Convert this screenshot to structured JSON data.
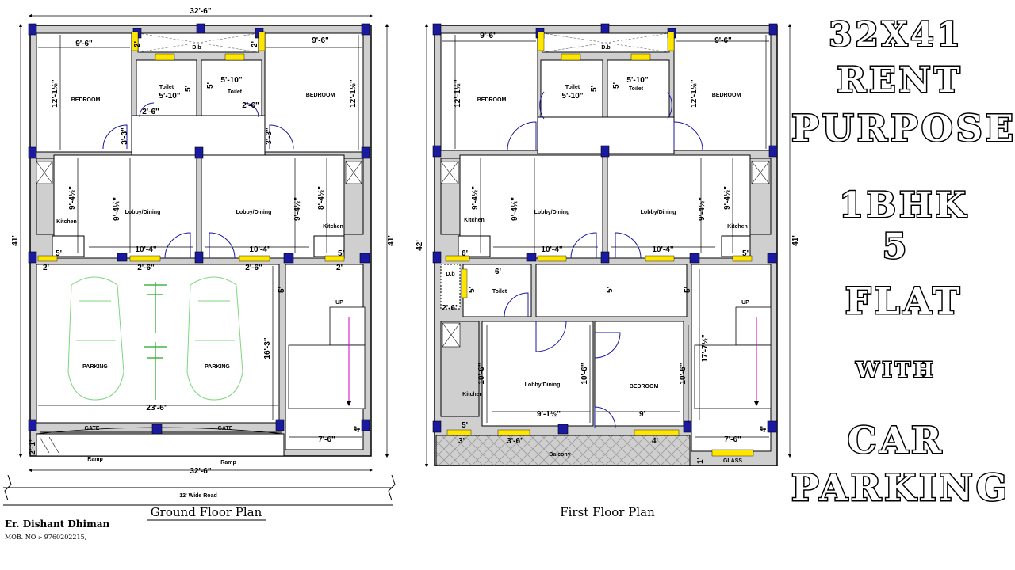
{
  "title": {
    "line1": "32X41",
    "line2": "RENT",
    "line3": "PURPOSE",
    "line4": "1BHK",
    "line5": "5",
    "line6": "FLAT",
    "line7": "WITH",
    "line8": "CAR",
    "line9": "PARKING"
  },
  "ground": {
    "caption": "Ground Floor Plan",
    "dim_top": "32'-6\"",
    "dim_bottom": "32'-6\"",
    "dim_left": "41'",
    "dim_right": "41'",
    "road": "12' Wide Road",
    "rooms": {
      "bedroom_l": "BEDROOM",
      "bedroom_r": "BEDROOM",
      "toilet_l": "Toilet",
      "toilet_r": "Toilet",
      "kitchen_l": "Kitchen",
      "kitchen_r": "Kitchen",
      "lobby_l": "Lobby/Dining",
      "lobby_r": "Lobby/Dining",
      "parking_l": "PARKING",
      "parking_r": "PARKING",
      "gate_l": "GATE",
      "gate_r": "GATE",
      "ramp_l": "Ramp",
      "ramp_r": "Ramp",
      "up": "UP",
      "duct": "D.b"
    },
    "dims": {
      "bed_w_l": "9'-6\"",
      "bed_w_r": "9'-6\"",
      "bed_h_l": "12'-1½\"",
      "bed_h_r": "12'-1½\"",
      "toilet_w_l": "5'-10\"",
      "toilet_w_r": "5'-10\"",
      "toilet_h_l": "5'",
      "toilet_h_r": "5'",
      "door_l": "2'-6\"",
      "door_r": "2'-6\"",
      "door_v_l": "3'-3\"",
      "door_v_r": "3'-3\"",
      "kit_h_l": "9'-4½\"",
      "kit_h_r": "8'-4½\"",
      "lobby_h_l": "9'-4½\"",
      "lobby_h_r": "9'-4½\"",
      "lobby_w_l": "10'-4\"",
      "lobby_w_r": "10'-4\"",
      "kit_w_l": "5'",
      "kit_w_r": "5'",
      "win_l": "2'",
      "win_r": "2'",
      "door2_l": "2'-6\"",
      "door2_r": "2'-6\"",
      "park_w": "23'-6\"",
      "park_h": "16'-3\"",
      "stair_h": "5'",
      "stair_w": "7'-6\"",
      "stair_4": "4'",
      "ramp_h": "2'-1\"",
      "duct_h_l": "2'",
      "duct_h_r": "2'"
    }
  },
  "first": {
    "caption": "First Floor Plan",
    "dim_left": "42'",
    "dim_right": "41'",
    "dim_extra": "1'",
    "rooms": {
      "bedroom_l": "BEDROOM",
      "bedroom_r": "BEDROOM",
      "toilet_l": "Toilet",
      "toilet_r": "Toilet",
      "kitchen_l": "Kitchen",
      "kitchen_r": "Kitchen",
      "lobby_l": "Lobby/Dining",
      "lobby_r": "Lobby/Dining",
      "toilet3": "Toilet",
      "kitchen3": "Kitchen",
      "lobby3": "Lobby/Dining",
      "bedroom3": "BEDROOM",
      "balcony": "Balcony",
      "glass": "GLASS",
      "up": "UP",
      "duct": "D.b",
      "duct2": "D.b"
    },
    "dims": {
      "bed_w_l": "9'-6\"",
      "bed_w_r": "9'-6\"",
      "bed_h_l": "12'-1½\"",
      "bed_h_r": "12'-1½\"",
      "toilet_w_l": "5'-10\"",
      "toilet_w_r": "5'-10\"",
      "toilet_h_l": "5'",
      "toilet_h_r": "5'",
      "kit_h_l": "9'-4½\"",
      "kit_h_r": "9'-4½\"",
      "lobby_h_l": "9'-4½\"",
      "lobby_h_r": "9'-4½\"",
      "lobby_w_l": "10'-4\"",
      "lobby_w_r": "10'-4\"",
      "kit_w_l": "6'",
      "kit_w_r": "5'",
      "t3_w": "6'",
      "t3_h": "5'",
      "duct_w": "2'-6\"",
      "pass_h": "5'",
      "pass_h2": "5'",
      "lob3_h": "10'-6\"",
      "lob3_h2": "10'-6\"",
      "bed3_h": "10'-6\"",
      "kit3_h": "10'-6\"",
      "lob3_w": "9'-1½\"",
      "bed3_w": "9'",
      "kit3_w": "5'",
      "win3": "3'",
      "win4": "3'-6\"",
      "win5": "4'",
      "stair_h": "17'-7½\"",
      "stair_w": "7'-6\"",
      "stair_4": "4'"
    }
  },
  "author": {
    "name": "Er. Dishant Dhiman",
    "mobile": "MOB. NO :- 9760202215,"
  }
}
